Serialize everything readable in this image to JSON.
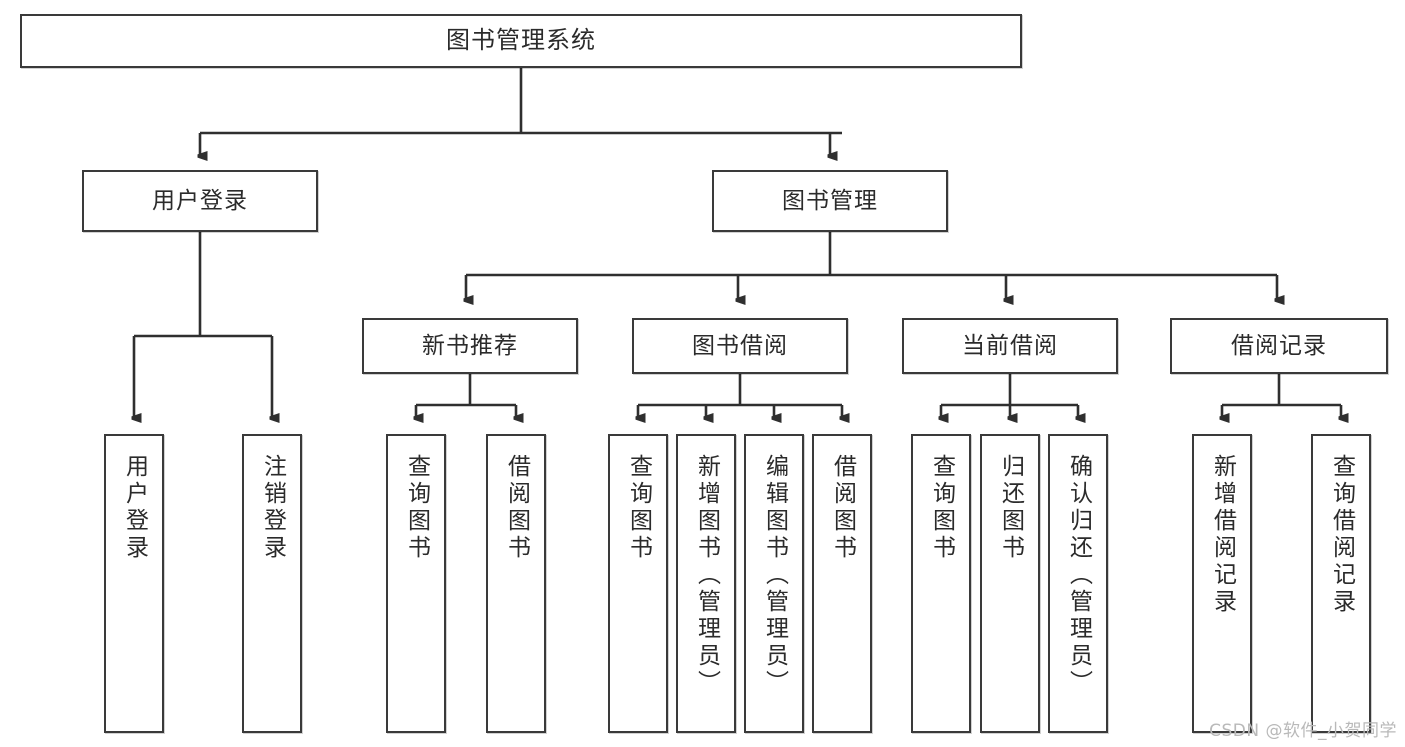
{
  "diagram": {
    "title": "图书管理系统",
    "watermark": "CSDN @软件_小贺同学",
    "colors": {
      "border": "#3a3a3a",
      "text": "#2b2b2b",
      "background": "#ffffff",
      "watermark": "#b9b9b9"
    },
    "root": {
      "label": "图书管理系统"
    },
    "level1": [
      {
        "label": "用户登录"
      },
      {
        "label": "图书管理"
      }
    ],
    "level2": [
      {
        "label": "新书推荐"
      },
      {
        "label": "图书借阅"
      },
      {
        "label": "当前借阅"
      },
      {
        "label": "借阅记录"
      }
    ],
    "leaves": {
      "user_login": [
        {
          "label": "用户登录"
        },
        {
          "label": "注销登录"
        }
      ],
      "new_book": [
        {
          "label": "查询图书"
        },
        {
          "label": "借阅图书"
        }
      ],
      "book_borrow": [
        {
          "label": "查询图书"
        },
        {
          "label": "新增图书（管理员）"
        },
        {
          "label": "编辑图书（管理员）"
        },
        {
          "label": "借阅图书"
        }
      ],
      "current_borrow": [
        {
          "label": "查询图书"
        },
        {
          "label": "归还图书"
        },
        {
          "label": "确认归还（管理员）"
        }
      ],
      "borrow_record": [
        {
          "label": "新增借阅记录"
        },
        {
          "label": "查询借阅记录"
        }
      ]
    }
  }
}
